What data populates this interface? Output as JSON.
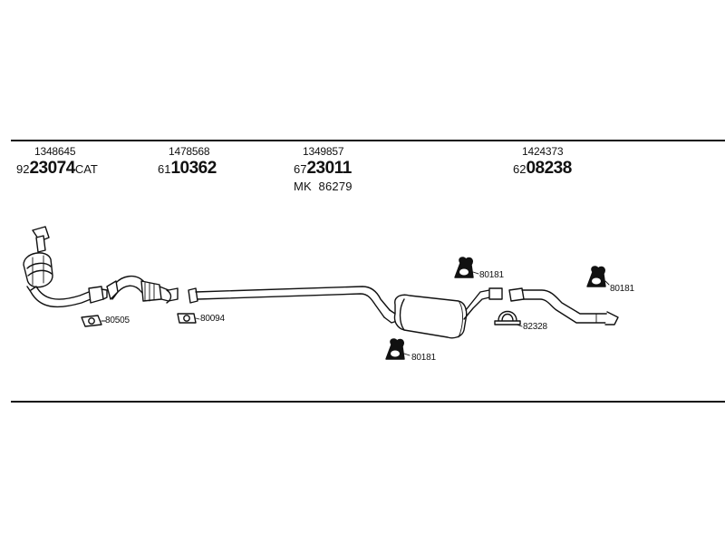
{
  "parts": [
    {
      "oe": "1348645",
      "prefix": "92",
      "bold": "23074",
      "suffix": "CAT"
    },
    {
      "oe": "1478568",
      "prefix": "61",
      "bold": "10362",
      "suffix": ""
    },
    {
      "oe": "1349857",
      "prefix": "67",
      "bold": "23011",
      "suffix": "",
      "kit": "MK  86279"
    },
    {
      "oe": "1424373",
      "prefix": "62",
      "bold": "08238",
      "suffix": ""
    }
  ],
  "accessories": {
    "gasket_1": "80505",
    "gasket_2": "80094",
    "hanger_1": "80181",
    "hanger_2": "80181",
    "hanger_3": "80181",
    "clamp": "82328"
  }
}
